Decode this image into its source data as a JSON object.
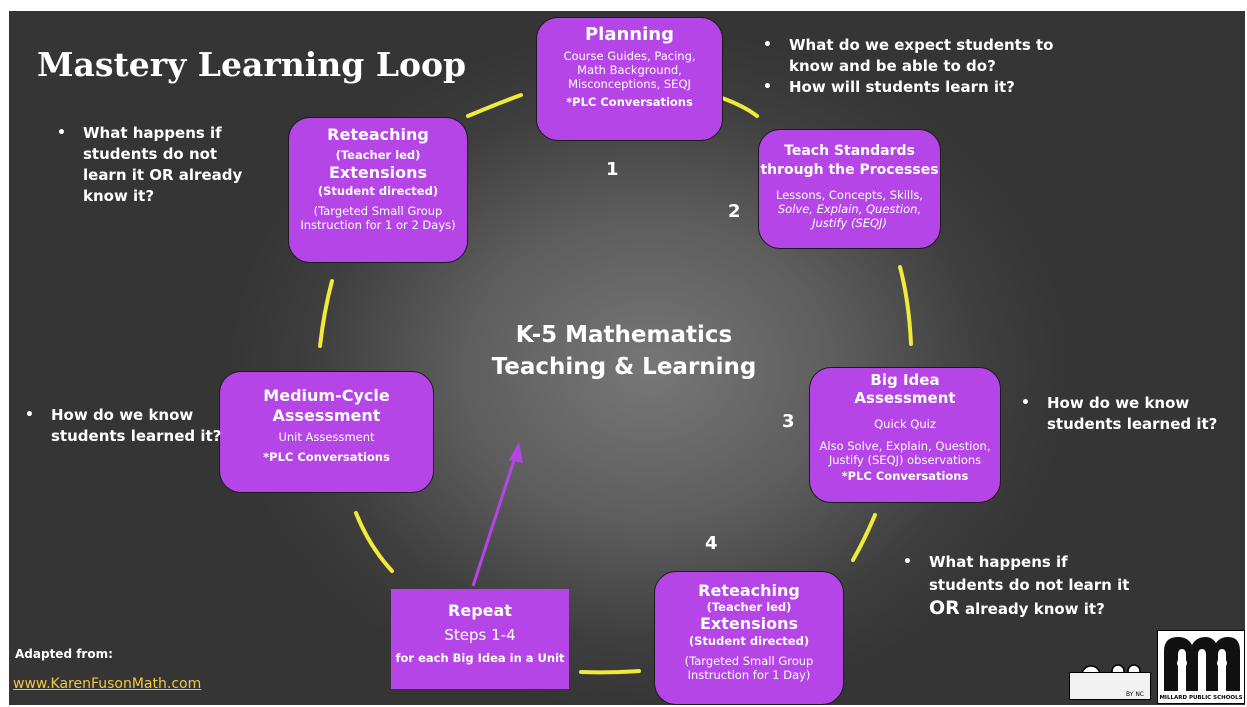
{
  "title": "Mastery Learning Loop",
  "center_title": [
    "K-5 Mathematics",
    "Teaching & Learning"
  ],
  "boxes": {
    "planning": {
      "title": "Planning",
      "lines": [
        "Course Guides, Pacing,",
        "Math Background,",
        "Misconceptions, SEQJ"
      ],
      "note": "*PLC Conversations"
    },
    "teach": {
      "title1": "Teach Standards",
      "title2": "through the Processes",
      "line1": "Lessons, Concepts, Skills,",
      "line2": "Solve, Explain, Question,",
      "line3": "Justify (SEQJ)"
    },
    "big_idea": {
      "title1": "Big Idea",
      "title2": "Assessment",
      "line1": "Quick Quiz",
      "line2": "Also Solve, Explain, Question,",
      "line3": "Justify (SEQJ) observations",
      "note": "*PLC Conversations"
    },
    "reteach_bottom": {
      "title": "Reteaching",
      "sub1": "(Teacher led)",
      "title2": "Extensions",
      "sub2": "(Student directed)",
      "line1": "(Targeted Small Group",
      "line2": "Instruction for 1 Day)"
    },
    "repeat": {
      "title": "Repeat",
      "sub": "Steps 1-4",
      "note": "for each Big Idea in a Unit"
    },
    "medium": {
      "title1": "Medium-Cycle",
      "title2": "Assessment",
      "line1": "Unit Assessment",
      "note": "*PLC Conversations"
    },
    "reteach_top": {
      "title": "Reteaching",
      "sub1": "(Teacher led)",
      "title2": "Extensions",
      "sub2": "(Student directed)",
      "line1": "(Targeted Small Group",
      "line2": "Instruction for 1 or 2 Days)"
    }
  },
  "numbers": [
    "1",
    "2",
    "3",
    "4"
  ],
  "questions": {
    "top_right": [
      "What do we expect students to",
      "know and be able to do?",
      "How will students learn it?"
    ],
    "top_left": [
      "What happens if",
      "students do not",
      "learn it OR already",
      "know it?"
    ],
    "mid_left": [
      "How do we know",
      "students learned it?"
    ],
    "mid_right": [
      "How do we know",
      "students learned it?"
    ],
    "bottom_right": {
      "l1": "What happens if",
      "l2": "students do not learn it",
      "or_word": "OR",
      "l3": " already know it?"
    }
  },
  "footer": {
    "adapted": "Adapted from:",
    "link": "www.KarenFusonMath.com",
    "logo_caption": "MILLARD PUBLIC SCHOOLS",
    "cc_text": "BY NC"
  },
  "colors": {
    "box": "#b545e6",
    "connector": "#f1ea3a",
    "arrow": "#b545e6",
    "link": "#f2c744"
  }
}
